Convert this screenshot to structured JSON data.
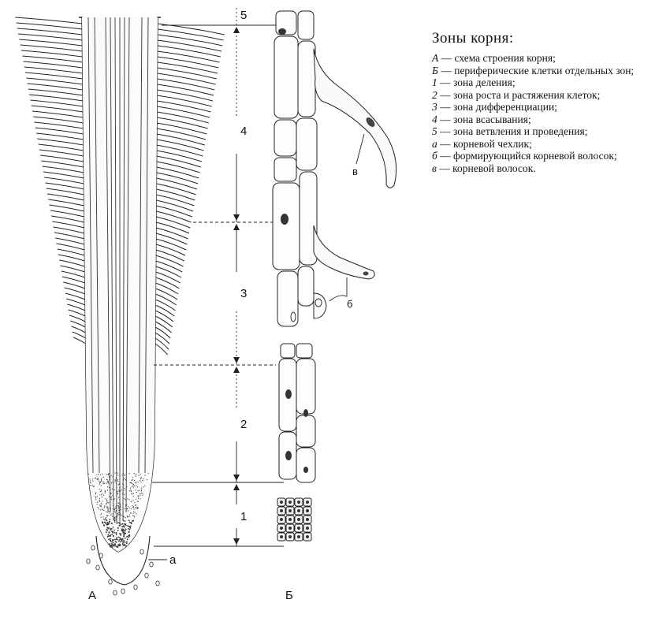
{
  "figure": {
    "panel_labels": {
      "a": "А",
      "b": "Б"
    },
    "zone_numbers": [
      "1",
      "2",
      "3",
      "4",
      "5"
    ],
    "pointer_labels": {
      "root_cap": "а",
      "forming_hair": "б",
      "root_hair": "в"
    }
  },
  "legend": {
    "title": "Зоны корня:",
    "items": [
      {
        "key": "А",
        "text": " — схема строения корня;"
      },
      {
        "key": "Б",
        "text": " — периферические клетки отдельных зон;"
      },
      {
        "key": "1",
        "text": " — зона деления;"
      },
      {
        "key": "2",
        "text": " — зона роста и растяжения клеток;"
      },
      {
        "key": "3",
        "text": " — зона дифференциации;"
      },
      {
        "key": "4",
        "text": " — зона всасывания;"
      },
      {
        "key": "5",
        "text": " — зона ветвления и проведения;"
      },
      {
        "key": "а",
        "text": " — корневой чехлик;"
      },
      {
        "key": "б",
        "text": " — формирующийся корневой волосок;"
      },
      {
        "key": "в",
        "text": " — корневой волосок."
      }
    ]
  }
}
